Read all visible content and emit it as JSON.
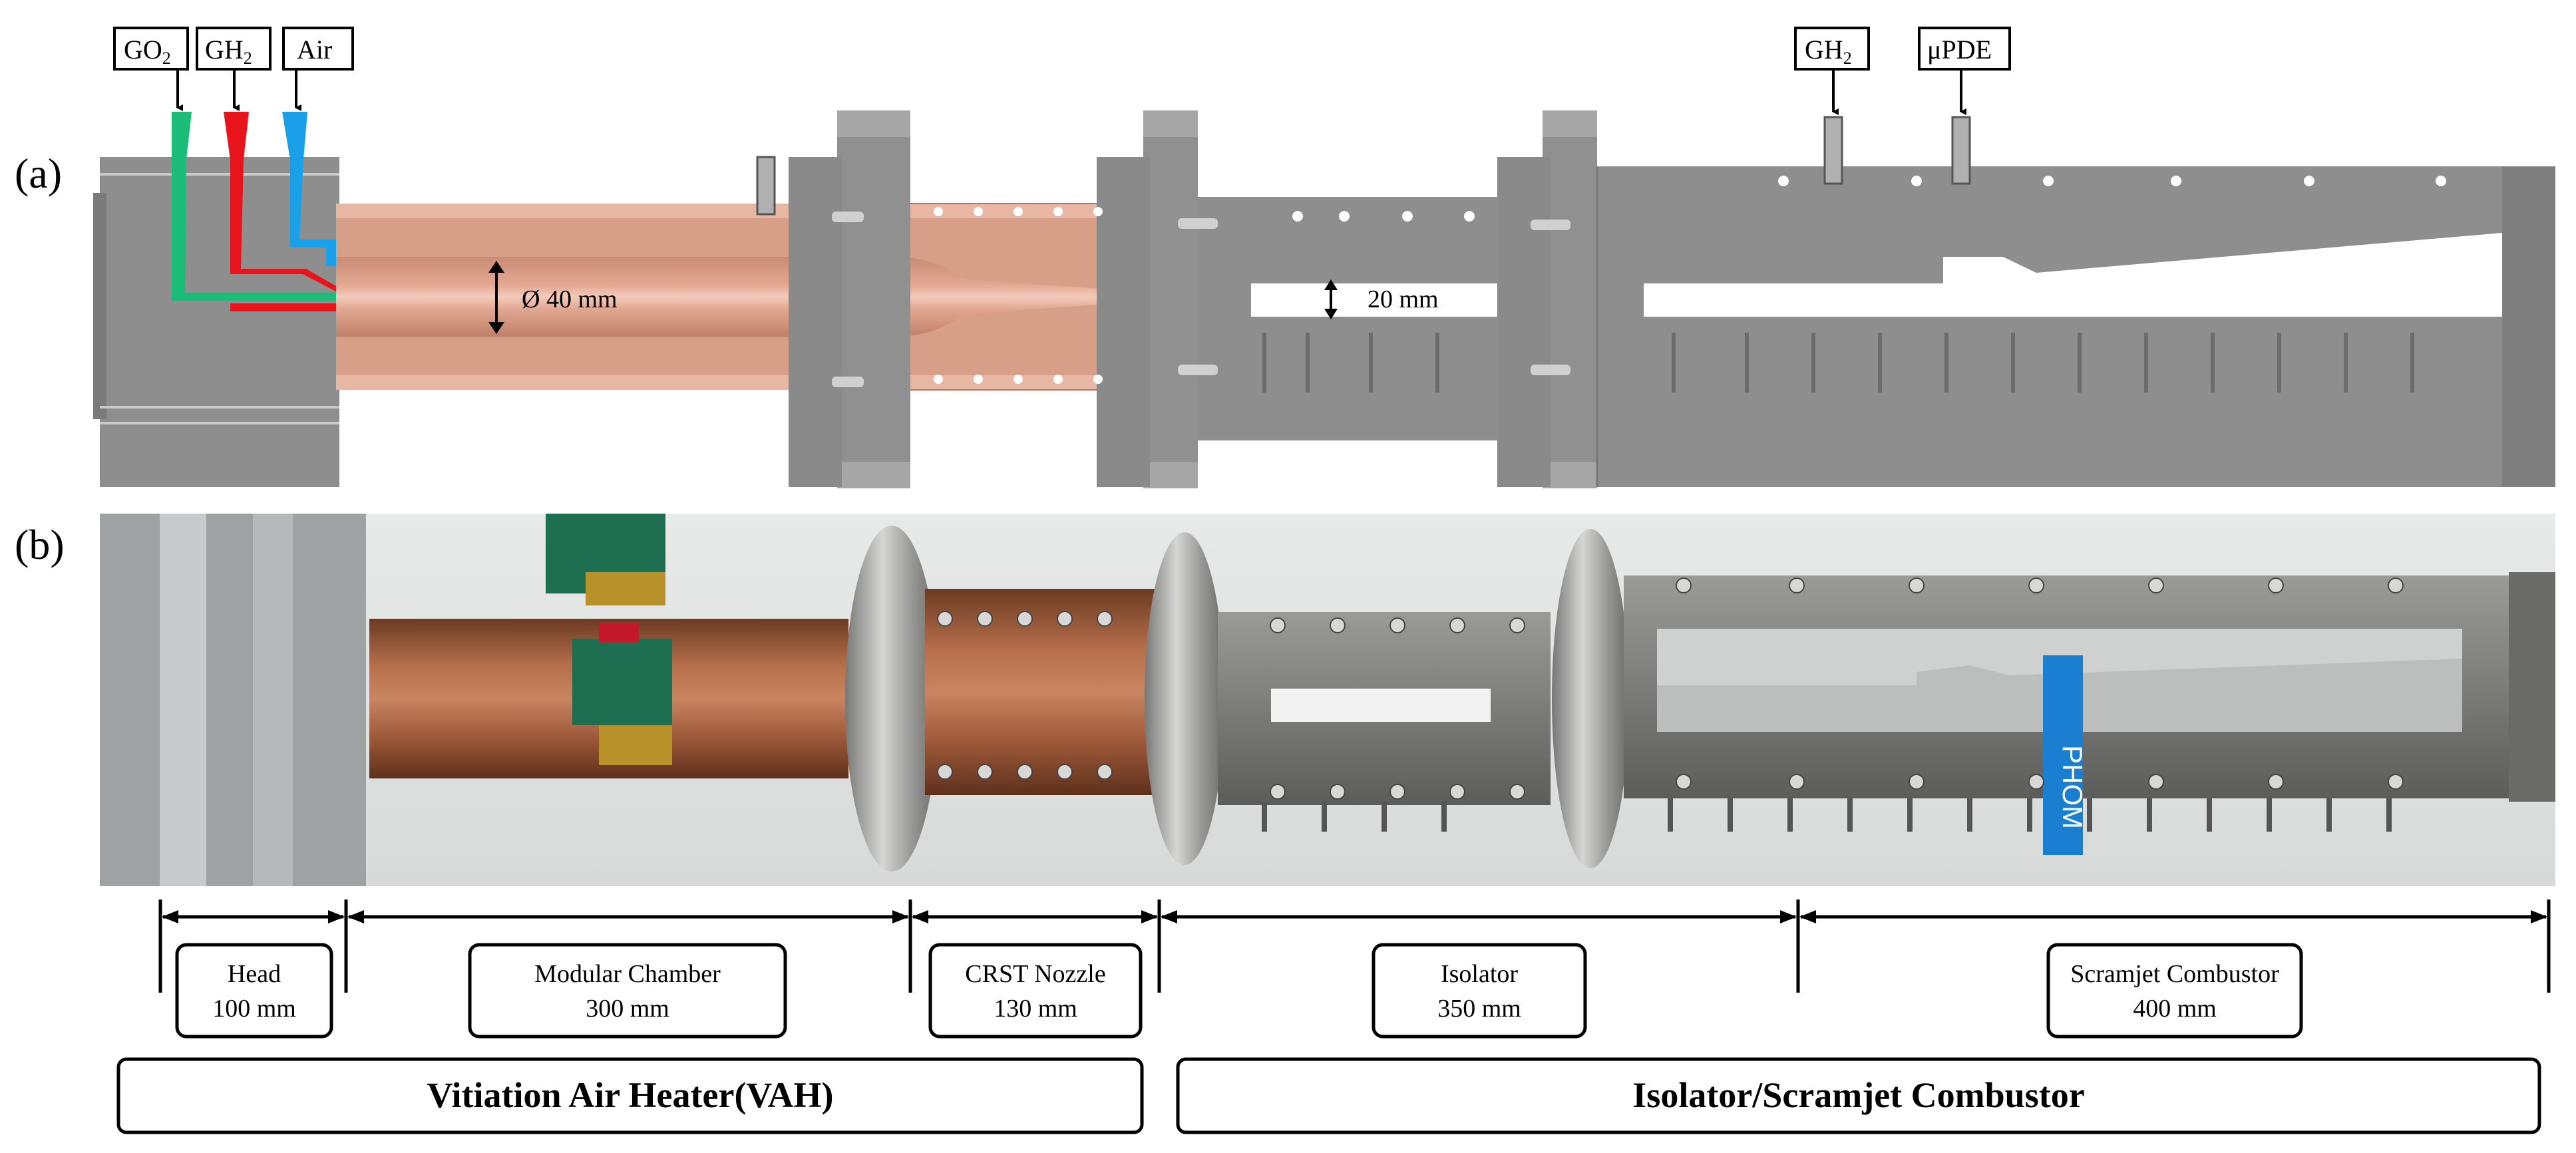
{
  "panels": {
    "a": "(a)",
    "b": "(b)"
  },
  "inlets_left": [
    {
      "label": "GO",
      "sub": "2",
      "color": "#1fbf7a"
    },
    {
      "label": "GH",
      "sub": "2",
      "color": "#e8141b"
    },
    {
      "label": "Air",
      "sub": "",
      "color": "#1aa0e8"
    }
  ],
  "inlets_right": [
    {
      "label": "GH",
      "sub": "2"
    },
    {
      "label": "μPDE",
      "sub": ""
    }
  ],
  "dimensions": {
    "chamber_diameter": "Ø 40 mm",
    "channel_height": "20 mm"
  },
  "sections": [
    {
      "name": "Head",
      "length": "100 mm"
    },
    {
      "name": "Modular Chamber",
      "length": "300 mm"
    },
    {
      "name": "CRST Nozzle",
      "length": "130 mm"
    },
    {
      "name": "Isolator",
      "length": "350 mm"
    },
    {
      "name": "Scramjet Combustor",
      "length": "400 mm"
    }
  ],
  "groups": [
    {
      "name": "Vitiation Air Heater(VAH)"
    },
    {
      "name": "Isolator/Scramjet Combustor"
    }
  ],
  "photo_sign": "PHOM",
  "colors": {
    "steel": "#8c8c8c",
    "steel_dark": "#6e6e6e",
    "copper": "#d99a84",
    "copper_dark": "#c07a62"
  }
}
